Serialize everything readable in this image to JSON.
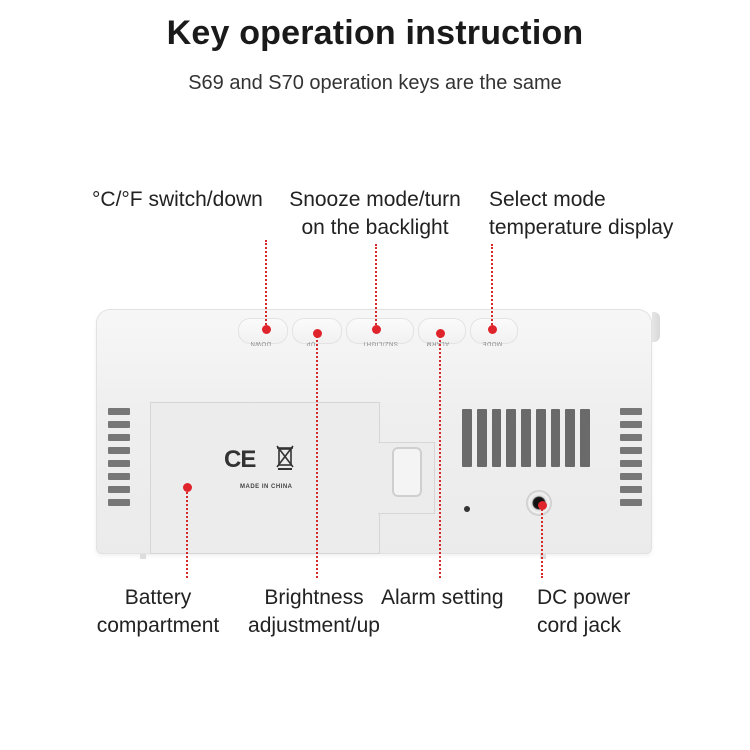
{
  "title": "Key operation instruction",
  "subtitle": "S69 and S70 operation keys are the same",
  "labels": {
    "switch_down": "°C/°F switch/down",
    "snooze_1": "Snooze mode/turn",
    "snooze_2": "on the backlight",
    "select_1": "Select mode",
    "select_2": "temperature display",
    "battery_1": "Battery",
    "battery_2": "compartment",
    "brightness_1": "Brightness",
    "brightness_2": "adjustment/up",
    "alarm": "Alarm setting",
    "dc_1": "DC power",
    "dc_2": "cord jack"
  },
  "device": {
    "key_labels": [
      "DOWN",
      "UP",
      "SNZ/LIGHT",
      "ALARM",
      "MODE"
    ],
    "ce_mark": "CE",
    "made_in": "MADE IN CHINA"
  },
  "colors": {
    "marker": "#e0242b",
    "leader_line": "#d42a2a"
  }
}
